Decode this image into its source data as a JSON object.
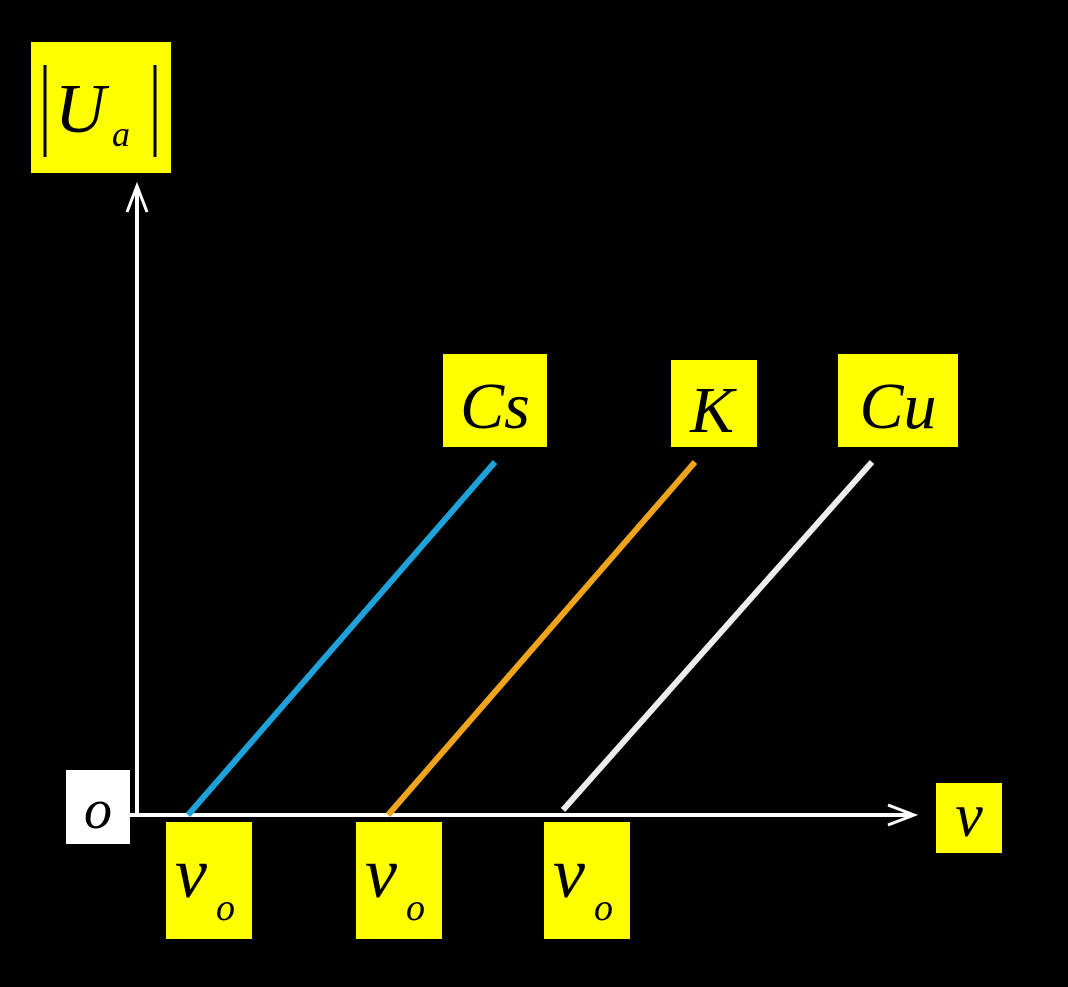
{
  "colors": {
    "background": "#000000",
    "axis": "#ffffff",
    "label_box": "#ffff00",
    "origin_box": "#ffffff",
    "label_text": "#000000"
  },
  "axes": {
    "y_label_main": "U",
    "y_label_sub": "a",
    "x_label": "ν",
    "origin_label": "o"
  },
  "metals": [
    {
      "name": "Cs",
      "color": "#1fa2d9",
      "threshold_main": "ν",
      "threshold_sub": "o"
    },
    {
      "name": "K",
      "color": "#f0a41c",
      "threshold_main": "ν",
      "threshold_sub": "o"
    },
    {
      "name": "Cu",
      "color": "#ededed",
      "threshold_main": "ν",
      "threshold_sub": "o"
    }
  ]
}
